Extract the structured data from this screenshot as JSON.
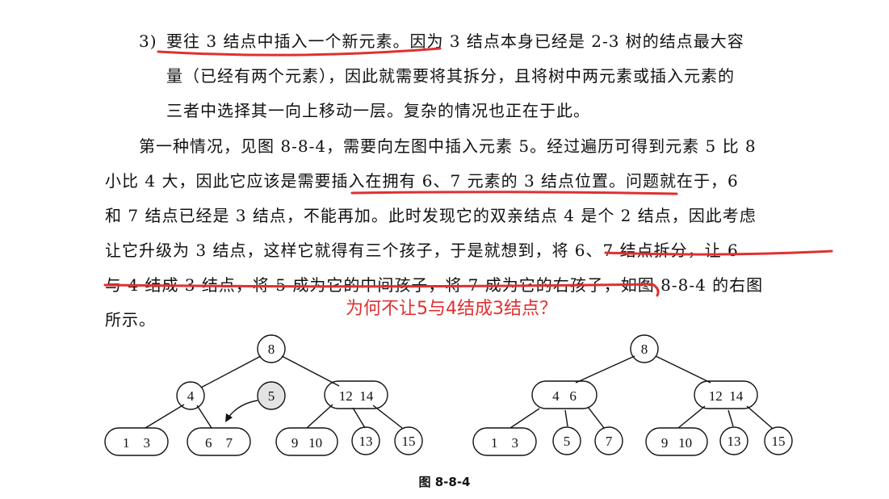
{
  "para1": {
    "number": "3)",
    "lines": [
      "要往 3 结点中插入一个新元素。因为 3 结点本身已经是 2-3 树的结点最大容",
      "量（已经有两个元素），因此就需要将其拆分，且将树中两元素或插入元素的",
      "三者中选择其一向上移动一层。复杂的情况也正在于此。"
    ]
  },
  "para2": {
    "lines": [
      "第一种情况，见图 8-8-4，需要向左图中插入元素 5。经过遍历可得到元素 5 比 8",
      "小比 4 大，因此它应该是需要插入在拥有 6、7 元素的 3 结点位置。问题就在于，6",
      "和 7 结点已经是 3 结点，不能再加。此时发现它的双亲结点 4 是个 2 结点，因此考虑",
      "让它升级为 3 结点，这样它就得有三个孩子，于是就想到，将 6、7 结点拆分，让 6",
      "与 4 结成 3 结点，将 5 成为它的中间孩子，将 7 成为它的右孩子，如图 8-8-4 的右图",
      "所示。"
    ]
  },
  "handwritten_note": "为何不让5与4结成3结点？",
  "annotation_color": "#e03030",
  "figure": {
    "caption": "图 8-8-4",
    "left_tree": {
      "root": "8",
      "level1": [
        "4",
        "12  14"
      ],
      "inserting": "5",
      "leaves": [
        "1    3",
        "6    7",
        "9   10",
        "13",
        "15"
      ]
    },
    "right_tree": {
      "root": "8",
      "level1": [
        "4   6",
        "12  14"
      ],
      "leaves": [
        "1    3",
        "5",
        "7",
        "9   10",
        "13",
        "15"
      ]
    }
  }
}
